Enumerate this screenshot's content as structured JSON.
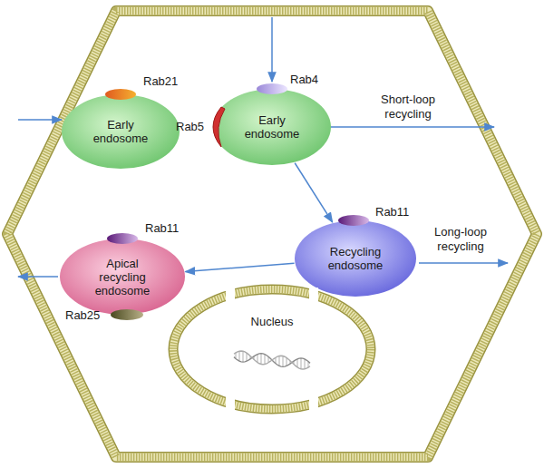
{
  "diagram": {
    "nodes": [
      {
        "text": [
          "Early endosome"
        ]
      },
      {
        "text": [
          "Early endosome"
        ]
      },
      {
        "text": [
          "Apical recycling endosome"
        ]
      },
      {
        "text": [
          "Recycling endosome"
        ]
      },
      {
        "text": [
          "Nucleus"
        ]
      }
    ],
    "edges": [
      {
        "from": 1,
        "to": 3,
        "arrow": "to"
      },
      {
        "from": 3,
        "to": 2,
        "arrow": "to"
      }
    ],
    "labels": [
      "Rab21",
      "Rab4",
      "Rab5",
      "Short-loop recycling",
      "Rab11",
      "Rab25",
      "Rab11",
      "Long-loop recycling"
    ]
  }
}
